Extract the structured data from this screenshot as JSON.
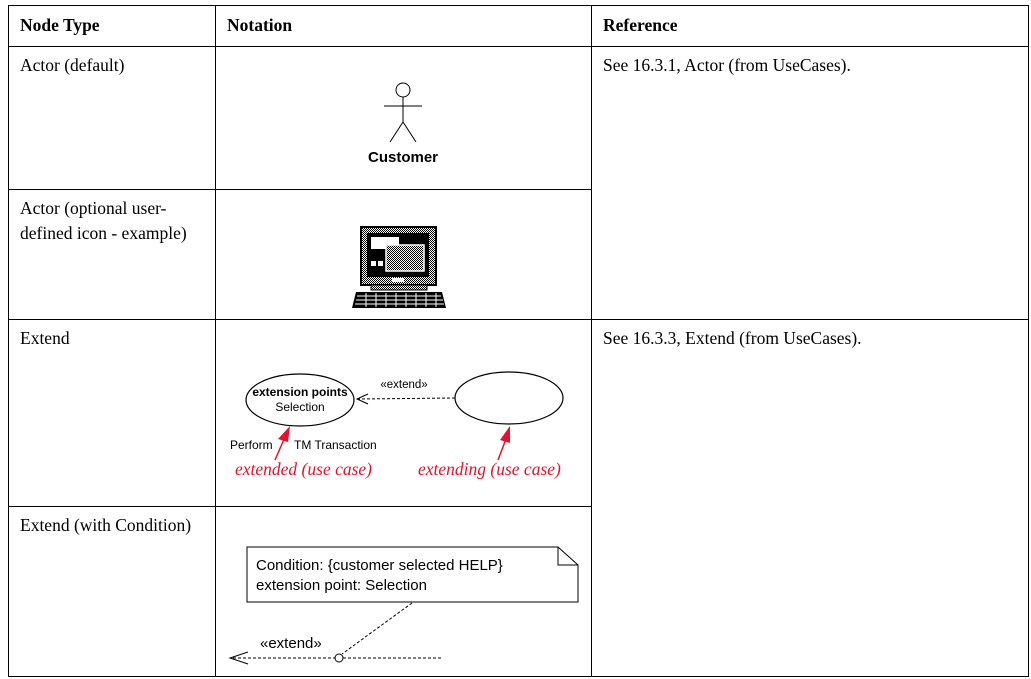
{
  "table": {
    "headers": {
      "node_type": "Node Type",
      "notation": "Notation",
      "reference": "Reference"
    },
    "rows": [
      {
        "node_type": "Actor (default)",
        "reference": "See 16.3.1, Actor (from UseCases).",
        "notation_label": "Customer"
      },
      {
        "node_type": "Actor (optional user-defined icon - example)",
        "reference": "",
        "notation_icon": "computer-icon"
      },
      {
        "node_type": "Extend",
        "reference": "See 16.3.3, Extend (from UseCases).",
        "notation": {
          "ext_points_title": "extension points",
          "ext_points_value": "Selection",
          "extend_stereotype": "«extend»",
          "perform_label_left": "Perform",
          "perform_label_right": "TM Transaction",
          "extended_annotation": "extended (use case)",
          "extending_annotation": "extending (use case)"
        }
      },
      {
        "node_type": "Extend (with Condition)",
        "reference": "",
        "notation": {
          "condition_line": "Condition: {customer selected HELP}",
          "extension_point_line": "extension point: Selection",
          "extend_stereotype": "«extend»"
        }
      }
    ]
  },
  "colors": {
    "annotation": "#e8102a",
    "border": "#000000"
  }
}
